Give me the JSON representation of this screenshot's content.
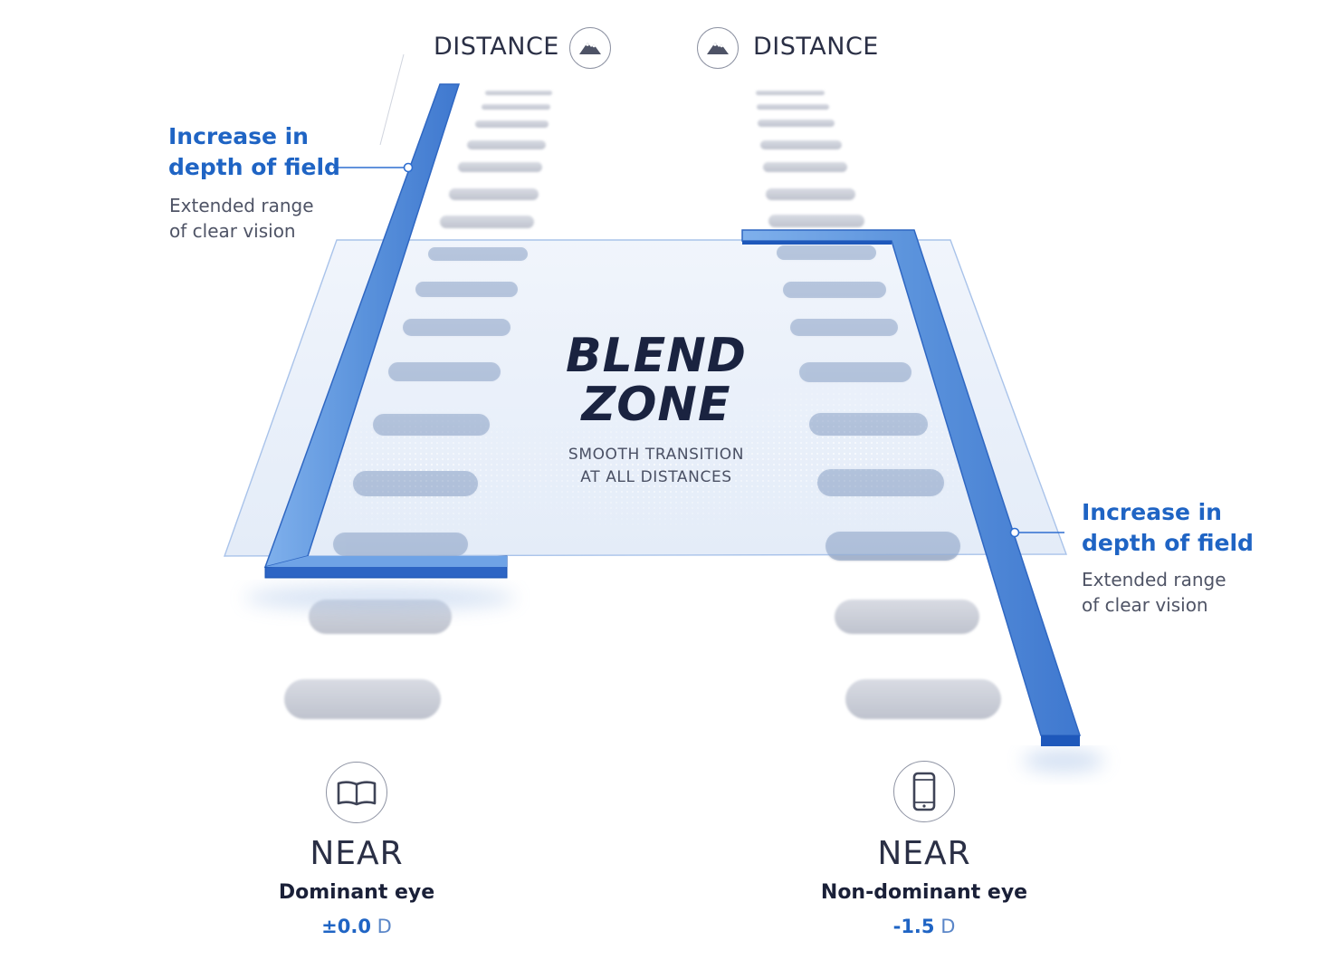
{
  "header": {
    "left_distance_label": "DISTANCE",
    "right_distance_label": "DISTANCE",
    "distance_icon": "mountain-icon"
  },
  "left_callout": {
    "title_line1": "Increase in",
    "title_line2": "depth of field",
    "sub_line1": "Extended range",
    "sub_line2": "of clear vision"
  },
  "right_callout": {
    "title_line1": "Increase in",
    "title_line2": "depth of field",
    "sub_line1": "Extended range",
    "sub_line2": "of clear vision"
  },
  "blend_zone": {
    "title_line1": "BLEND",
    "title_line2": "ZONE",
    "sub_line1": "SMOOTH TRANSITION",
    "sub_line2": "AT ALL DISTANCES"
  },
  "left_eye": {
    "near_label": "NEAR",
    "eye_label": "Dominant eye",
    "power_value": "±0.0",
    "power_unit": "D",
    "icon": "book-icon"
  },
  "right_eye": {
    "near_label": "NEAR",
    "eye_label": "Non-dominant eye",
    "power_value": "-1.5",
    "power_unit": "D",
    "icon": "smartphone-icon"
  },
  "colors": {
    "accent_blue": "#1f64c4",
    "bar_blue": "#5b93dc",
    "bar_blue_dark": "#1550b0",
    "text_dark": "#1a2340",
    "text_gray": "#4f5466",
    "rung_gray": "#c9ccd6"
  }
}
